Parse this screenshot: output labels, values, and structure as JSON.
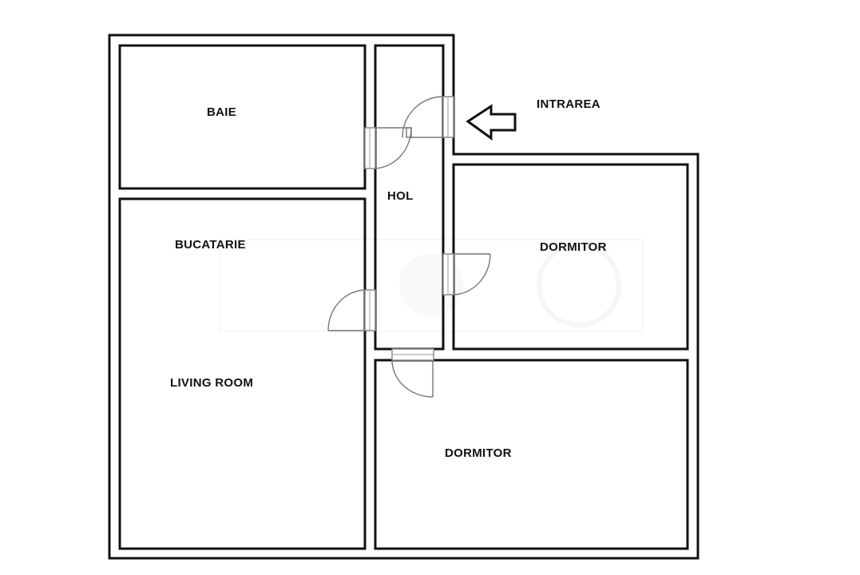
{
  "floor_plan": {
    "rooms": [
      {
        "id": "baie",
        "label": "BAIE"
      },
      {
        "id": "hol",
        "label": "HOL"
      },
      {
        "id": "bucatarie",
        "label": "BUCATARIE"
      },
      {
        "id": "living",
        "label": "LIVING ROOM"
      },
      {
        "id": "dormitor_1",
        "label": "DORMITOR"
      },
      {
        "id": "dormitor_2",
        "label": "DORMITOR"
      }
    ],
    "entrance": {
      "label": "INTRAREA",
      "icon": "arrow-left-icon"
    },
    "colors": {
      "walls": "#111111",
      "doors": "#777777",
      "background": "#ffffff"
    }
  }
}
